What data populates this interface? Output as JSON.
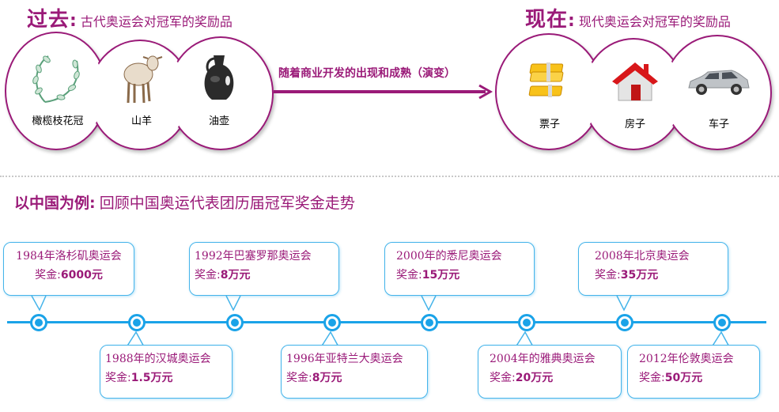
{
  "past": {
    "title": "过去",
    "colon": ":",
    "subtitle": "古代奥运会对冠军的奖励品",
    "items": [
      {
        "label": "橄榄枝花冠",
        "icon": "olive-wreath-icon"
      },
      {
        "label": "山羊",
        "icon": "goat-icon"
      },
      {
        "label": "油壶",
        "icon": "oil-jar-icon"
      }
    ]
  },
  "arrow": {
    "label": "随着商业开发的出现和成熟（演变）"
  },
  "present": {
    "title": "现在",
    "colon": ":",
    "subtitle": "现代奥运会对冠军的奖励品",
    "items": [
      {
        "label": "票子",
        "icon": "money-icon"
      },
      {
        "label": "房子",
        "icon": "house-icon"
      },
      {
        "label": "车子",
        "icon": "car-icon"
      }
    ]
  },
  "section": {
    "title": "以中国为例",
    "colon": ":",
    "subtitle": "回顾中国奥运代表团历届冠军奖金走势"
  },
  "timeline": {
    "prize_label": "奖金:",
    "events": [
      {
        "title": "1984年洛杉矶奥运会",
        "prize": "6000元",
        "position": "above"
      },
      {
        "title": "1988年的汉城奥运会",
        "prize": "1.5万元",
        "position": "below"
      },
      {
        "title": "1992年巴塞罗那奥运会",
        "prize": "8万元",
        "position": "above"
      },
      {
        "title": "1996年亚特兰大奥运会",
        "prize": "8万元",
        "position": "below"
      },
      {
        "title": "2000年的悉尼奥运会",
        "prize": "15万元",
        "position": "above"
      },
      {
        "title": "2004年的雅典奥运会",
        "prize": "20万元",
        "position": "below"
      },
      {
        "title": "2008年北京奥运会",
        "prize": "35万元",
        "position": "above"
      },
      {
        "title": "2012年伦敦奥运会",
        "prize": "50万元",
        "position": "below"
      }
    ]
  },
  "colors": {
    "accent": "#9a1a78",
    "timeline": "#1aa3e8",
    "bubble_border": "#45b4ea"
  }
}
